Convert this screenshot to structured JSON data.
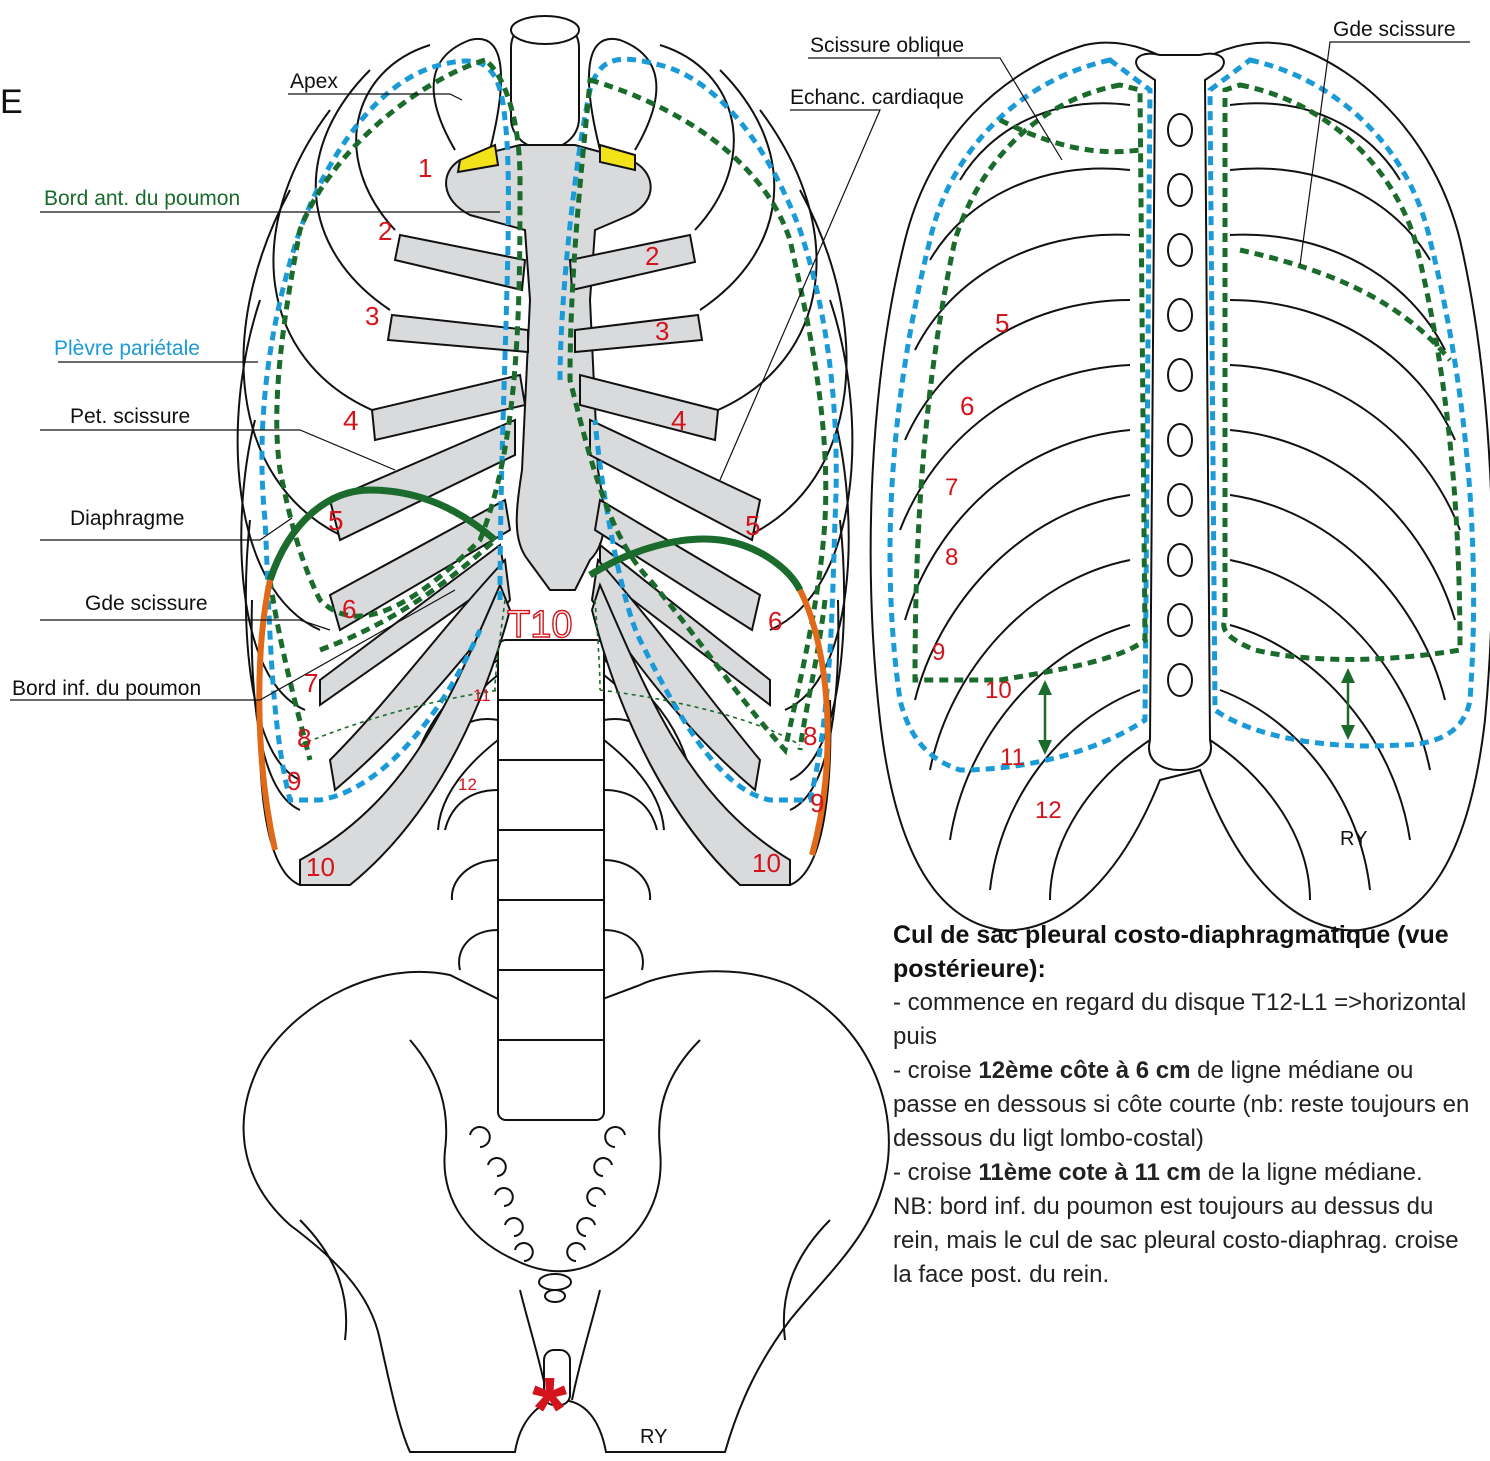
{
  "labels": {
    "apex": "Apex",
    "bord_ant": "Bord ant. du poumon",
    "plevre": "Plèvre pariétale",
    "pet_scissure": "Pet. scissure",
    "diaphragme": "Diaphragme",
    "gde_scissure_left": "Gde scissure",
    "bord_inf": "Bord inf. du poumon",
    "scissure_oblique": "Scissure oblique",
    "echanc": "Echanc. cardiaque",
    "gde_scissure_right": "Gde scissure",
    "t10": "T10",
    "ry_front": "RY",
    "ry_back": "RY",
    "asterisk": "*",
    "stray_glyph": "E"
  },
  "rib_numbers": {
    "front_left": [
      "1",
      "2",
      "3",
      "4",
      "5",
      "6",
      "7",
      "8",
      "9",
      "10"
    ],
    "front_right": [
      "2",
      "3",
      "4",
      "5",
      "6",
      "8",
      "9",
      "10"
    ],
    "front_small": [
      "11",
      "12"
    ],
    "back": [
      "5",
      "6",
      "7",
      "8",
      "9",
      "10",
      "11",
      "12"
    ]
  },
  "note": {
    "title": "Cul de sac pleural costo-diaphragmatique (vue postérieure):",
    "line1": "- commence en regard du disque T12-L1 =>horizontal puis",
    "line2_pre": "- croise ",
    "line2_bold": "12ème côte à 6 cm",
    "line2_post": " de ligne médiane ou passe en dessous si côte courte (nb: reste toujours en dessous du ligt lombo-costal)",
    "line3_pre": "- croise ",
    "line3_bold": "11ème cote à 11 cm",
    "line3_post": " de la ligne médiane.",
    "line4": "NB: bord inf. du poumon est toujours au dessus du rein, mais le cul de sac pleural costo-diaphrag. croise la face post. du rein."
  },
  "colors": {
    "lung_border": "#1a6b2c",
    "pleura": "#1a9ad6",
    "diaphragm": "#1a6b2c",
    "recess": "#e06a1a",
    "cartilage": "#d9dadc",
    "clavicle_joint": "#f2e21a",
    "rib_number": "#d4141c"
  }
}
